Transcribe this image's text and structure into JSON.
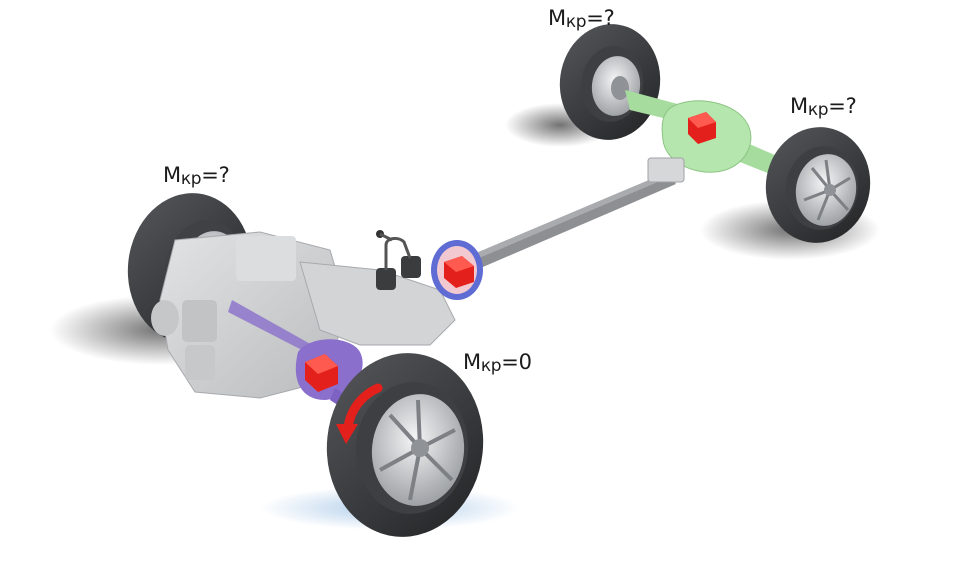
{
  "labels": {
    "rear_left": {
      "symbol": "M",
      "sub": "кр",
      "value": "=?"
    },
    "rear_right": {
      "symbol": "M",
      "sub": "кр",
      "value": "=?"
    },
    "front_left": {
      "symbol": "M",
      "sub": "кр",
      "value": "=?"
    },
    "front_right": {
      "symbol": "M",
      "sub": "кр",
      "value": "=0"
    }
  },
  "colors": {
    "tire": "#2f3032",
    "tire_side": "#494b4e",
    "rim": "#c9cbce",
    "engine": "#cfd0d2",
    "shaft": "#8a8c8f",
    "rear_axle": "#a7e0a0",
    "front_halfshaft": "#8a6fcc",
    "diff_block": "#e3201b",
    "rotation_arrow": "#e3201b",
    "center_coupling": "#5c6bd6"
  }
}
